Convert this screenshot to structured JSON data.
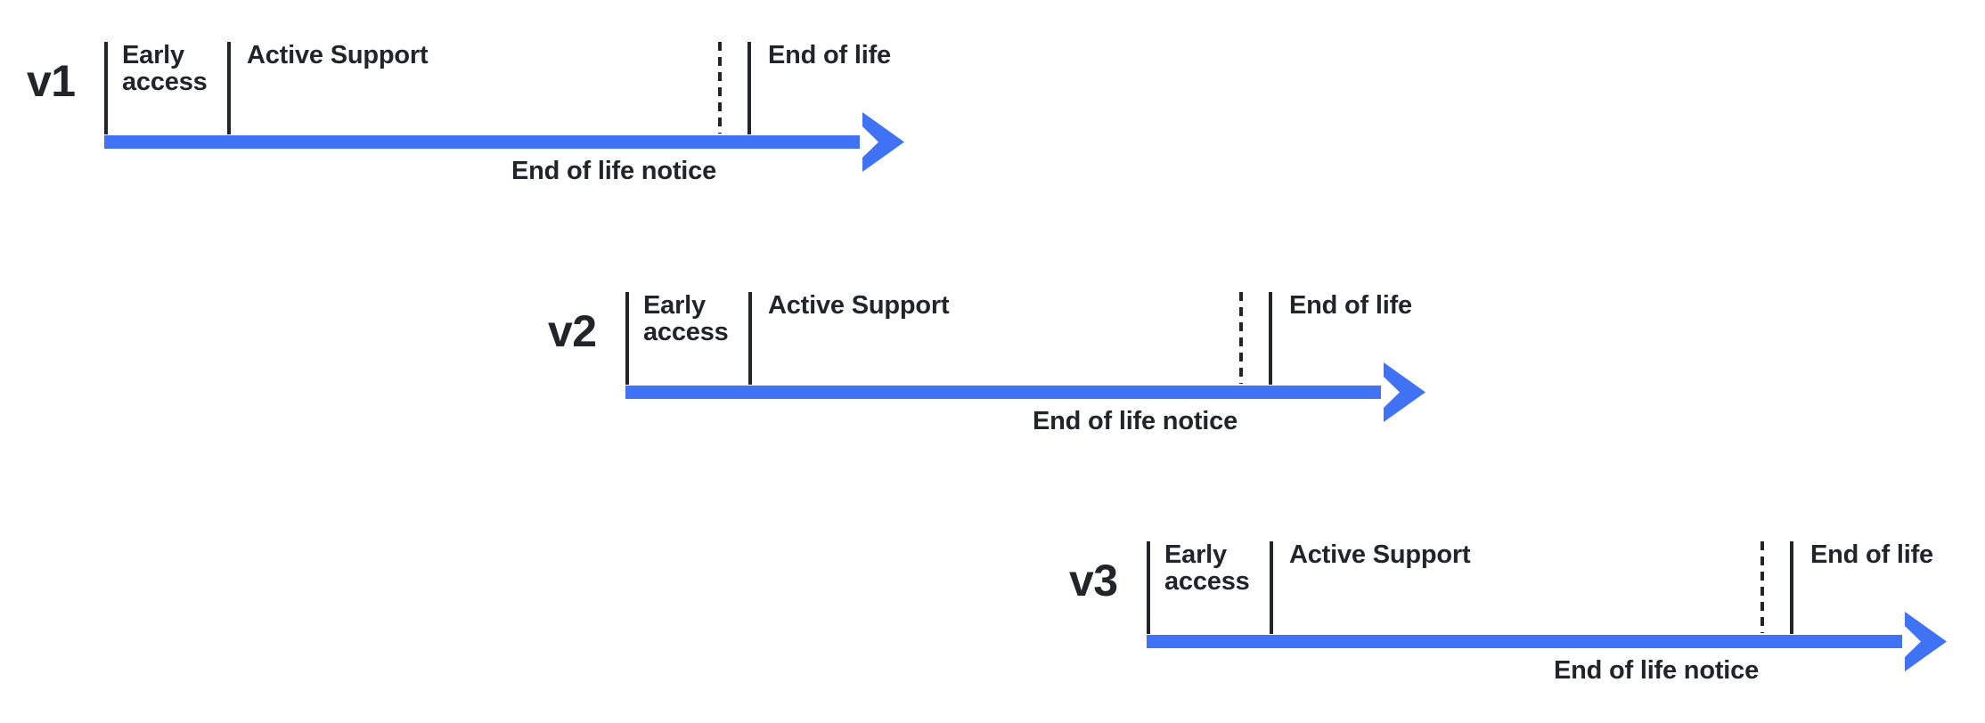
{
  "colors": {
    "accent_blue": "#3F72F4",
    "ink": "#212529",
    "background": "#FFFFFF"
  },
  "rows": [
    {
      "version": "v1",
      "early_access": "Early access",
      "active_support": "Active Support",
      "end_of_life": "End of life",
      "eol_notice": "End of life notice"
    },
    {
      "version": "v2",
      "early_access": "Early access",
      "active_support": "Active Support",
      "end_of_life": "End of life",
      "eol_notice": "End of life notice"
    },
    {
      "version": "v3",
      "early_access": "Early access",
      "active_support": "Active Support",
      "end_of_life": "End of life",
      "eol_notice": "End of life notice"
    }
  ]
}
